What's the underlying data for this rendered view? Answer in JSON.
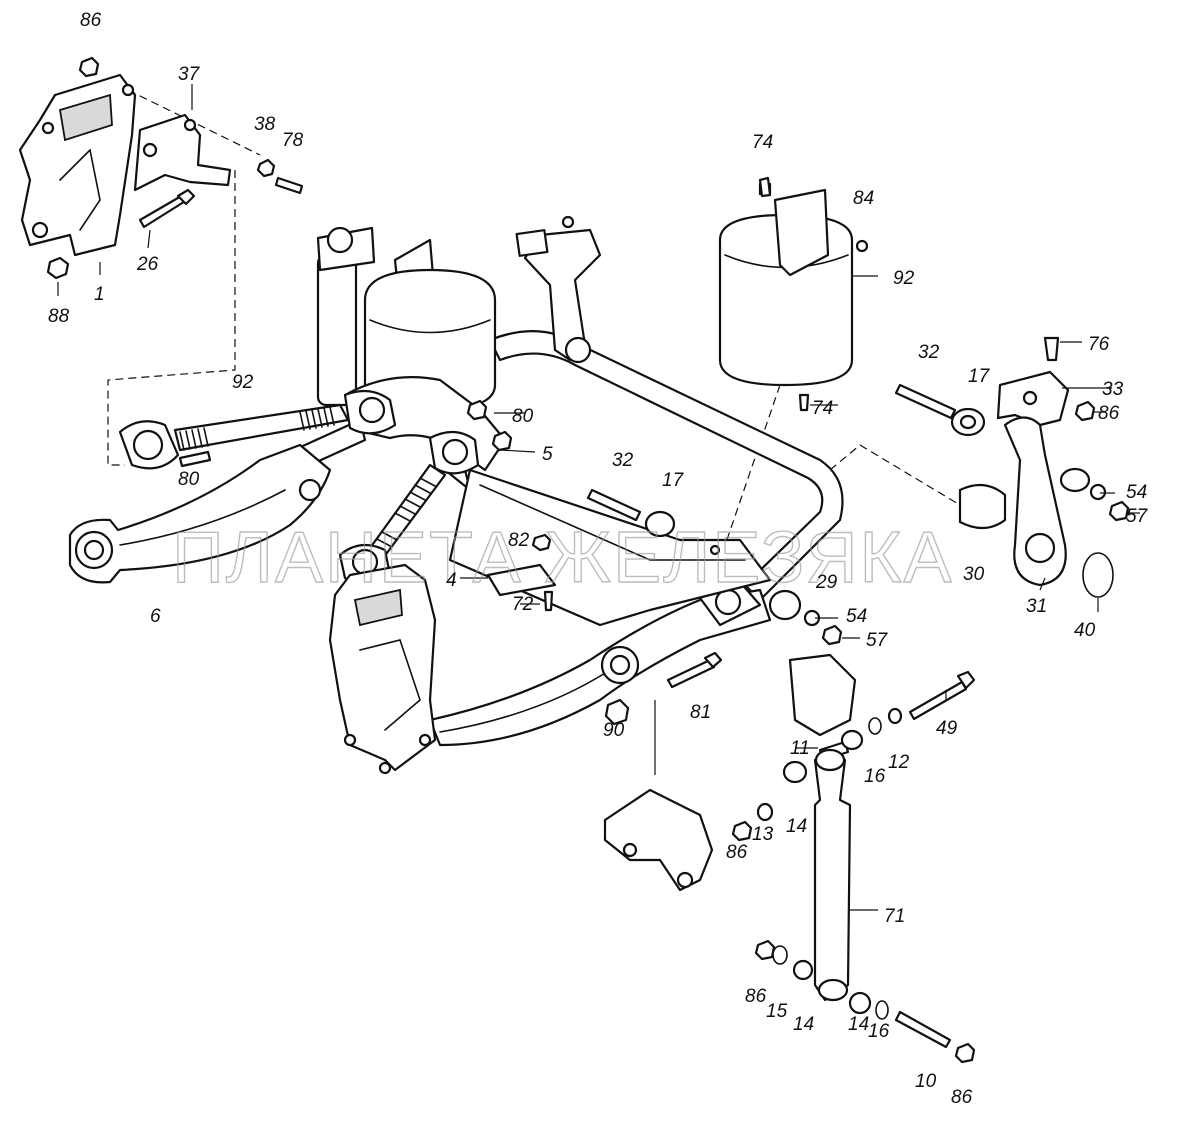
{
  "watermark": "ПЛАНЕТА ЖЕЛЕЗЯКА",
  "callouts": [
    "86",
    "37",
    "38",
    "78",
    "26",
    "88",
    "1",
    "74",
    "84",
    "92",
    "92",
    "80",
    "80",
    "5",
    "76",
    "32",
    "17",
    "33",
    "86",
    "74",
    "32",
    "17",
    "54",
    "57",
    "82",
    "4",
    "72",
    "29",
    "30",
    "31",
    "40",
    "6",
    "54",
    "57",
    "81",
    "90",
    "49",
    "11",
    "12",
    "16",
    "14",
    "13",
    "86",
    "71",
    "86",
    "15",
    "14",
    "14",
    "16",
    "10",
    "86"
  ]
}
